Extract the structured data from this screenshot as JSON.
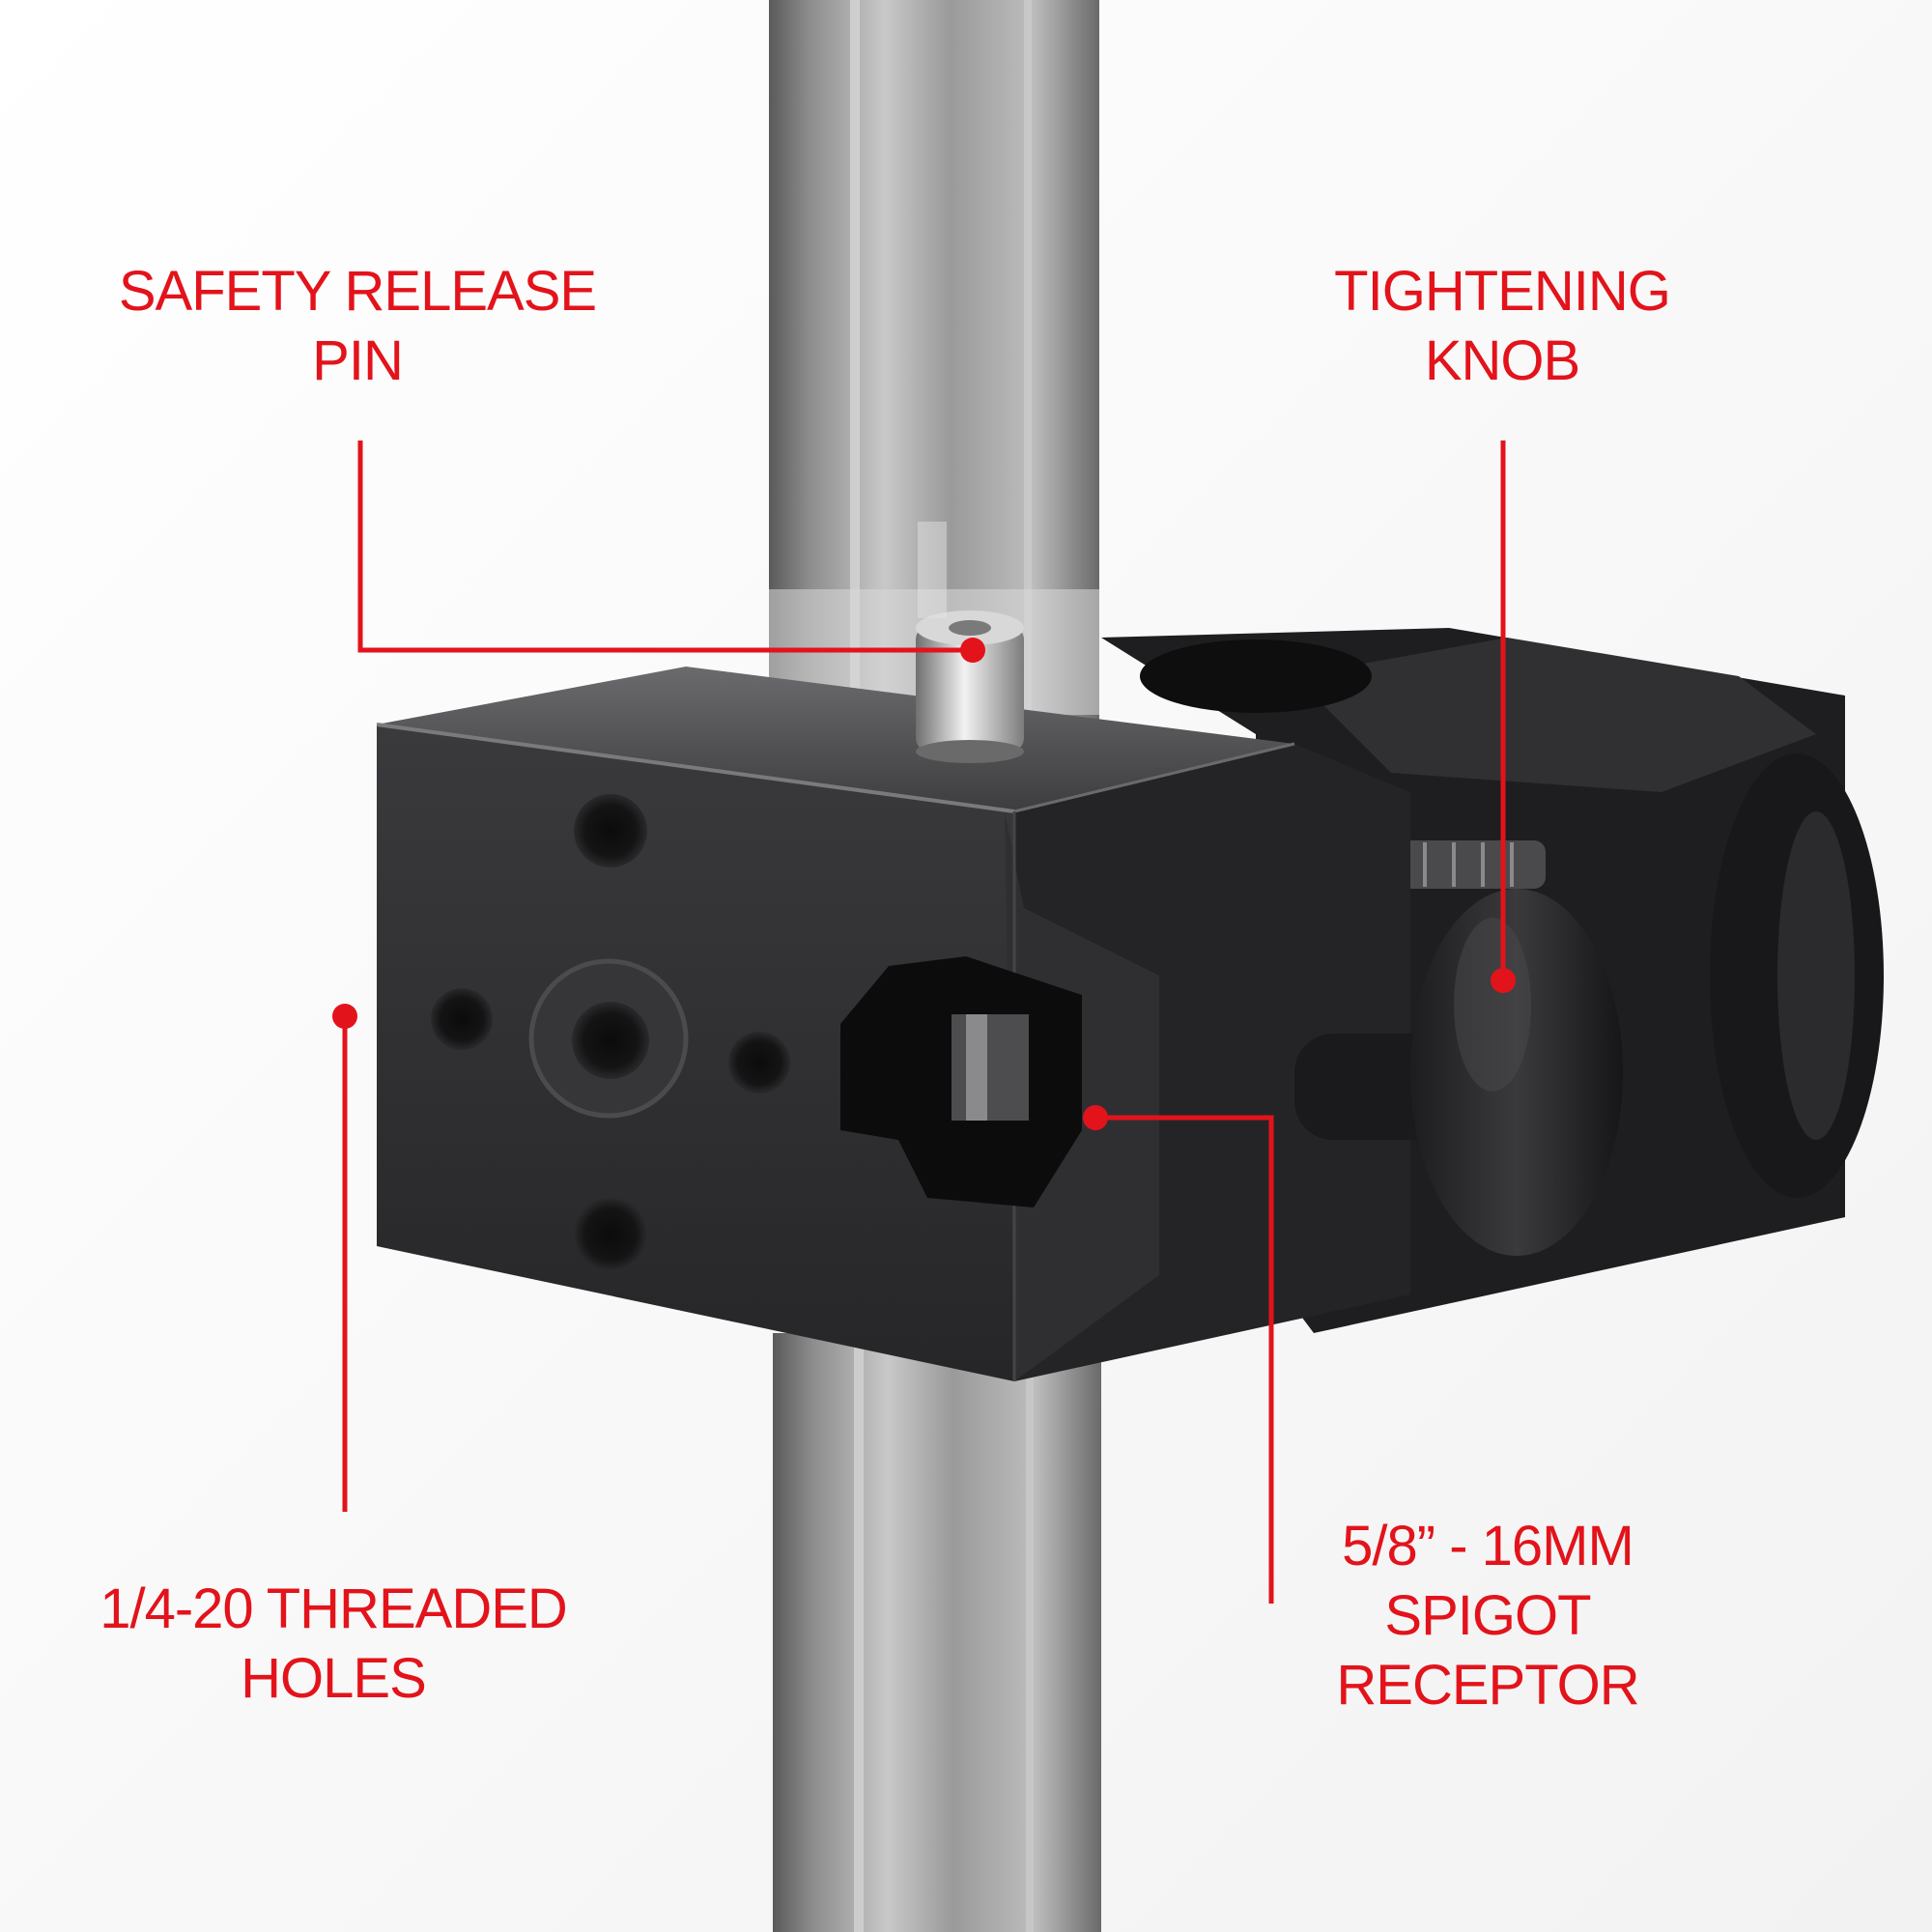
{
  "theme": {
    "accent": "#e3131b",
    "clamp_body": "#2c2c2e",
    "rod": "#9a9a9a",
    "background": "#fdfdfd"
  },
  "callouts": {
    "safety_release_pin": {
      "line1": "SAFETY RELEASE",
      "line2": "PIN"
    },
    "tightening_knob": {
      "line1": "TIGHTENING",
      "line2": "KNOB"
    },
    "threaded_holes": {
      "line1": "1/4-20 THREADED",
      "line2": "HOLES"
    },
    "spigot_receptor": {
      "line1": "5/8” - 16MM",
      "line2": "SPIGOT",
      "line3": "RECEPTOR"
    }
  }
}
